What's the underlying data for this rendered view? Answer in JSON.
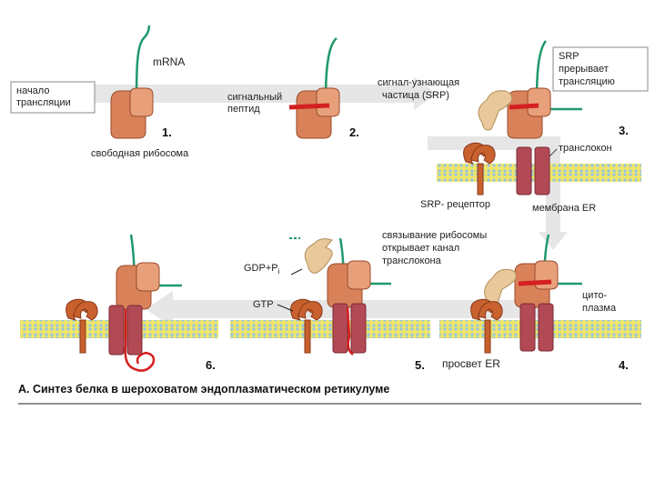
{
  "caption": "А. Синтез белка в шероховатом эндоплазматическом ретикулуме",
  "labels": {
    "mrna": "mRNA",
    "translation_start_1": "начало",
    "translation_start_2": "трансляции",
    "free_ribosome": "свободная рибосома",
    "signal_peptide_1": "сигнальный",
    "signal_peptide_2": "пептид",
    "srp_1": "сигнал-узнающая",
    "srp_2": "частица (SRP)",
    "srp_stops_1": "SRP",
    "srp_stops_2": "прерывает",
    "srp_stops_3": "трансляцию",
    "translocon": "транслокон",
    "srp_receptor": "SRP- рецептор",
    "er_membrane": "мембрана ER",
    "binding_1": "связывание рибосомы",
    "binding_2": "открывает канал",
    "binding_3": "транслокона",
    "gdp_pi": "GDP+P",
    "gdp_pi_sub": "i",
    "gtp": "GTP",
    "cytoplasm_1": "цито-",
    "cytoplasm_2": "плазма",
    "er_lumen": "просвет ER"
  },
  "steps": [
    "1.",
    "2.",
    "3.",
    "4.",
    "5.",
    "6."
  ],
  "colors": {
    "ribosome": "#d9825a",
    "ribosome_dark": "#b2552f",
    "translocon": "#b24a55",
    "srp": "#e9c89b",
    "receptor": "#c8612e",
    "signal": "#d42020",
    "mrna": "#1f9a6a",
    "membrane_yellow": "#f0e46a",
    "membrane_blue": "#8fc6e6",
    "arrow": "#e4e4e4"
  }
}
